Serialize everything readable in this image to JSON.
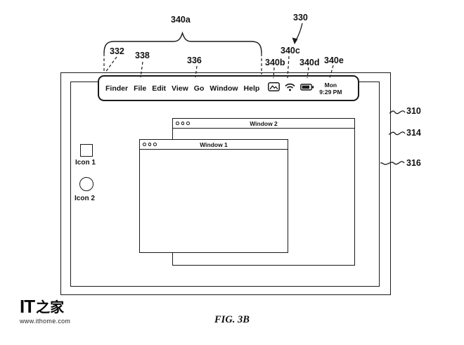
{
  "figure": {
    "label": "FIG. 3B"
  },
  "menu_bar": {
    "items": [
      "Finder",
      "File",
      "Edit",
      "View",
      "Go",
      "Window",
      "Help"
    ],
    "status_icons": [
      {
        "name": "photos-icon"
      },
      {
        "name": "wifi-icon"
      },
      {
        "name": "battery-icon"
      }
    ],
    "clock": {
      "line1": "Mon",
      "line2": "9:29 PM"
    }
  },
  "windows": [
    {
      "title": "Window 2"
    },
    {
      "title": "Window 1"
    }
  ],
  "desktop_icons": [
    {
      "label": "Icon 1",
      "shape": "square"
    },
    {
      "label": "Icon 2",
      "shape": "circle"
    }
  ],
  "refs": {
    "r330": "330",
    "r340a": "340a",
    "r332": "332",
    "r338": "338",
    "r336": "336",
    "r340b": "340b",
    "r340c": "340c",
    "r340d": "340d",
    "r340e": "340e",
    "r310": "310",
    "r314": "314",
    "r316": "316"
  },
  "watermark": {
    "logo_text": "IT",
    "logo_cn": "之家",
    "url": "www.ithome.com"
  },
  "colors": {
    "line": "#1a1a1a",
    "background": "#ffffff"
  }
}
